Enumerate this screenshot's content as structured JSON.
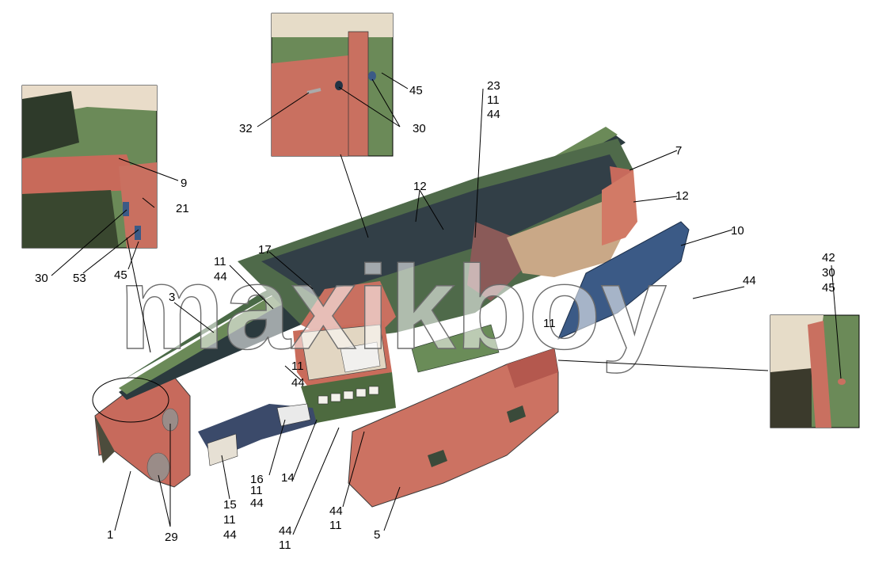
{
  "watermark": "maxikboy",
  "labels": {
    "l1": "1",
    "l3": "3",
    "l5": "5",
    "l7": "7",
    "l9": "9",
    "l10": "10",
    "l11a": "11",
    "l12a": "12",
    "l12b": "12",
    "l14": "14",
    "l15": "15",
    "l16": "16",
    "l17": "17",
    "l21": "21",
    "l23": "23",
    "l29": "29",
    "l30a": "30",
    "l30b": "30",
    "l32": "32",
    "l42": "42",
    "l44a": "44",
    "l45a": "45",
    "l45b": "45",
    "l53": "53",
    "s23_11": "11",
    "s23_44": "44",
    "s11_44": "44",
    "s11c": "11",
    "s11c_44": "44",
    "s16_11": "11",
    "s16_44": "44",
    "s15_11": "11",
    "s15_44": "44",
    "s44_11": "11",
    "s44c": "44",
    "s44c_11": "11",
    "s42_30": "30",
    "s42_45": "45",
    "s11_right": "11"
  }
}
